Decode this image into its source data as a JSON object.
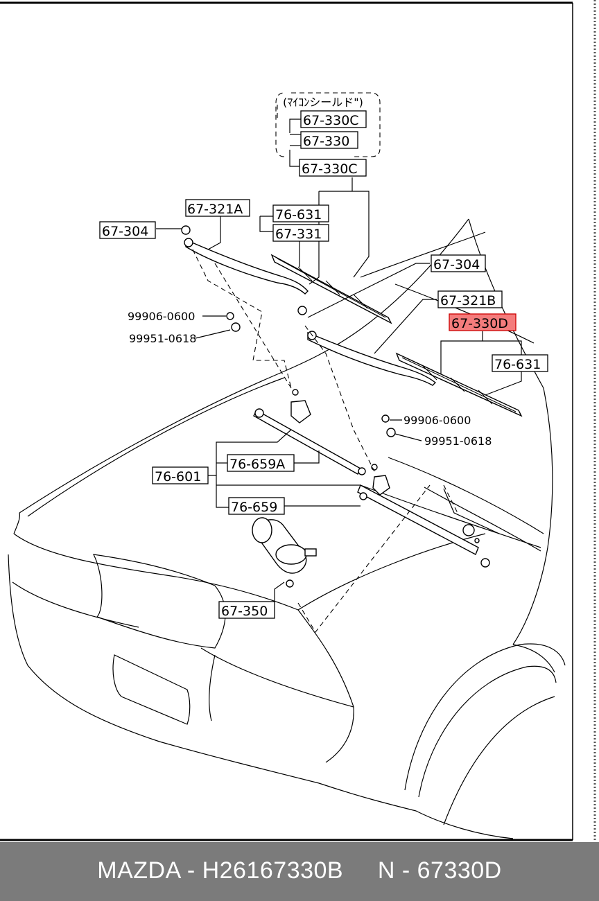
{
  "note_label": "(ﾏｲｺﾝシールド\")",
  "callouts": {
    "c_67_330C_a": "67-330C",
    "c_67_330": "67-330",
    "c_67_330C_b": "67-330C",
    "c_67_321A": "67-321A",
    "c_76_631_a": "76-631",
    "c_67_331": "67-331",
    "c_67_304_a": "67-304",
    "c_67_304_b": "67-304",
    "c_67_321B": "67-321B",
    "c_67_330D": "67-330D",
    "c_76_631_b": "76-631",
    "c_99906_a": "99906-0600",
    "c_99951_a": "99951-0618",
    "c_99906_b": "99906-0600",
    "c_99951_b": "99951-0618",
    "c_76_659A": "76-659A",
    "c_76_601": "76-601",
    "c_76_659": "76-659",
    "c_67_350": "67-350"
  },
  "highlight_color": "#f47c7c",
  "footer": {
    "brand": "MAZDA",
    "sep1": " - ",
    "part_number": "H26167330B",
    "gap": "     ",
    "n_prefix": "N - ",
    "n_code": "67330D"
  }
}
